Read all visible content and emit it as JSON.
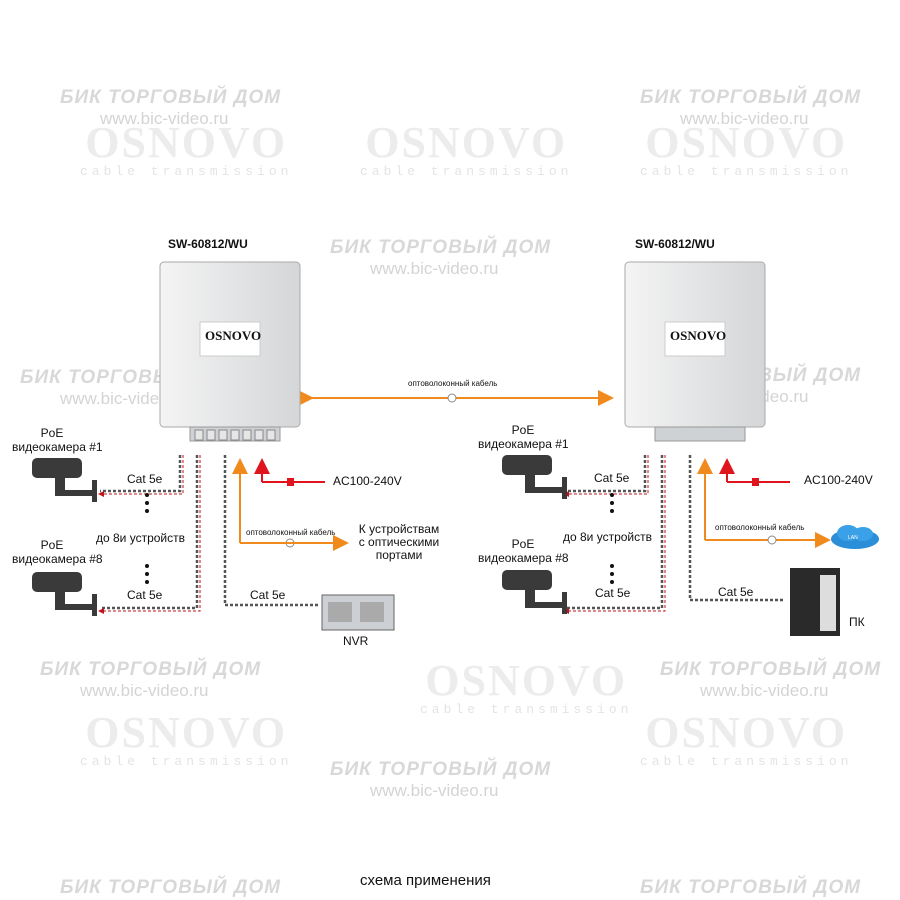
{
  "watermark": {
    "brand": "БИК ТОРГОВЫЙ ДОМ",
    "url": "www.bic-video.ru",
    "logo": "OSNOVO",
    "tagline": "cable transmission"
  },
  "left": {
    "switch_title": "SW-60812/WU",
    "switch_logo": "OSNOVO",
    "fiber_label": "оптоволоконный кабель",
    "power_label": "AC100-240V",
    "cam1": [
      "PoE",
      "видеокамера #1"
    ],
    "cam8": [
      "PoE",
      "видеокамера #8"
    ],
    "cable1": "Cat 5e",
    "cable8": "Cat 5e",
    "devices": "до 8и устройств",
    "nvr_cable": "Cat 5e",
    "nvr_label": "NVR",
    "optical_target": [
      "К устройствам",
      "с оптическими",
      "портами"
    ]
  },
  "right": {
    "switch_title": "SW-60812/WU",
    "switch_logo": "OSNOVO",
    "fiber_label": "оптоволоконный кабель",
    "power_label": "AC100-240V",
    "cam1": [
      "PoE",
      "видеокамера #1"
    ],
    "cam8": [
      "PoE",
      "видеокамера #8"
    ],
    "cable1": "Cat 5e",
    "cable8": "Cat 5e",
    "devices": "до 8и устройств",
    "pc_cable": "Cat 5e",
    "pc_label": "ПК",
    "lan_label": "LAN"
  },
  "link_label": "оптоволоконный кабель",
  "caption": "схема применения",
  "colors": {
    "fiber": "#f08a1c",
    "power": "#e0141c",
    "poe": "#c0141c"
  }
}
